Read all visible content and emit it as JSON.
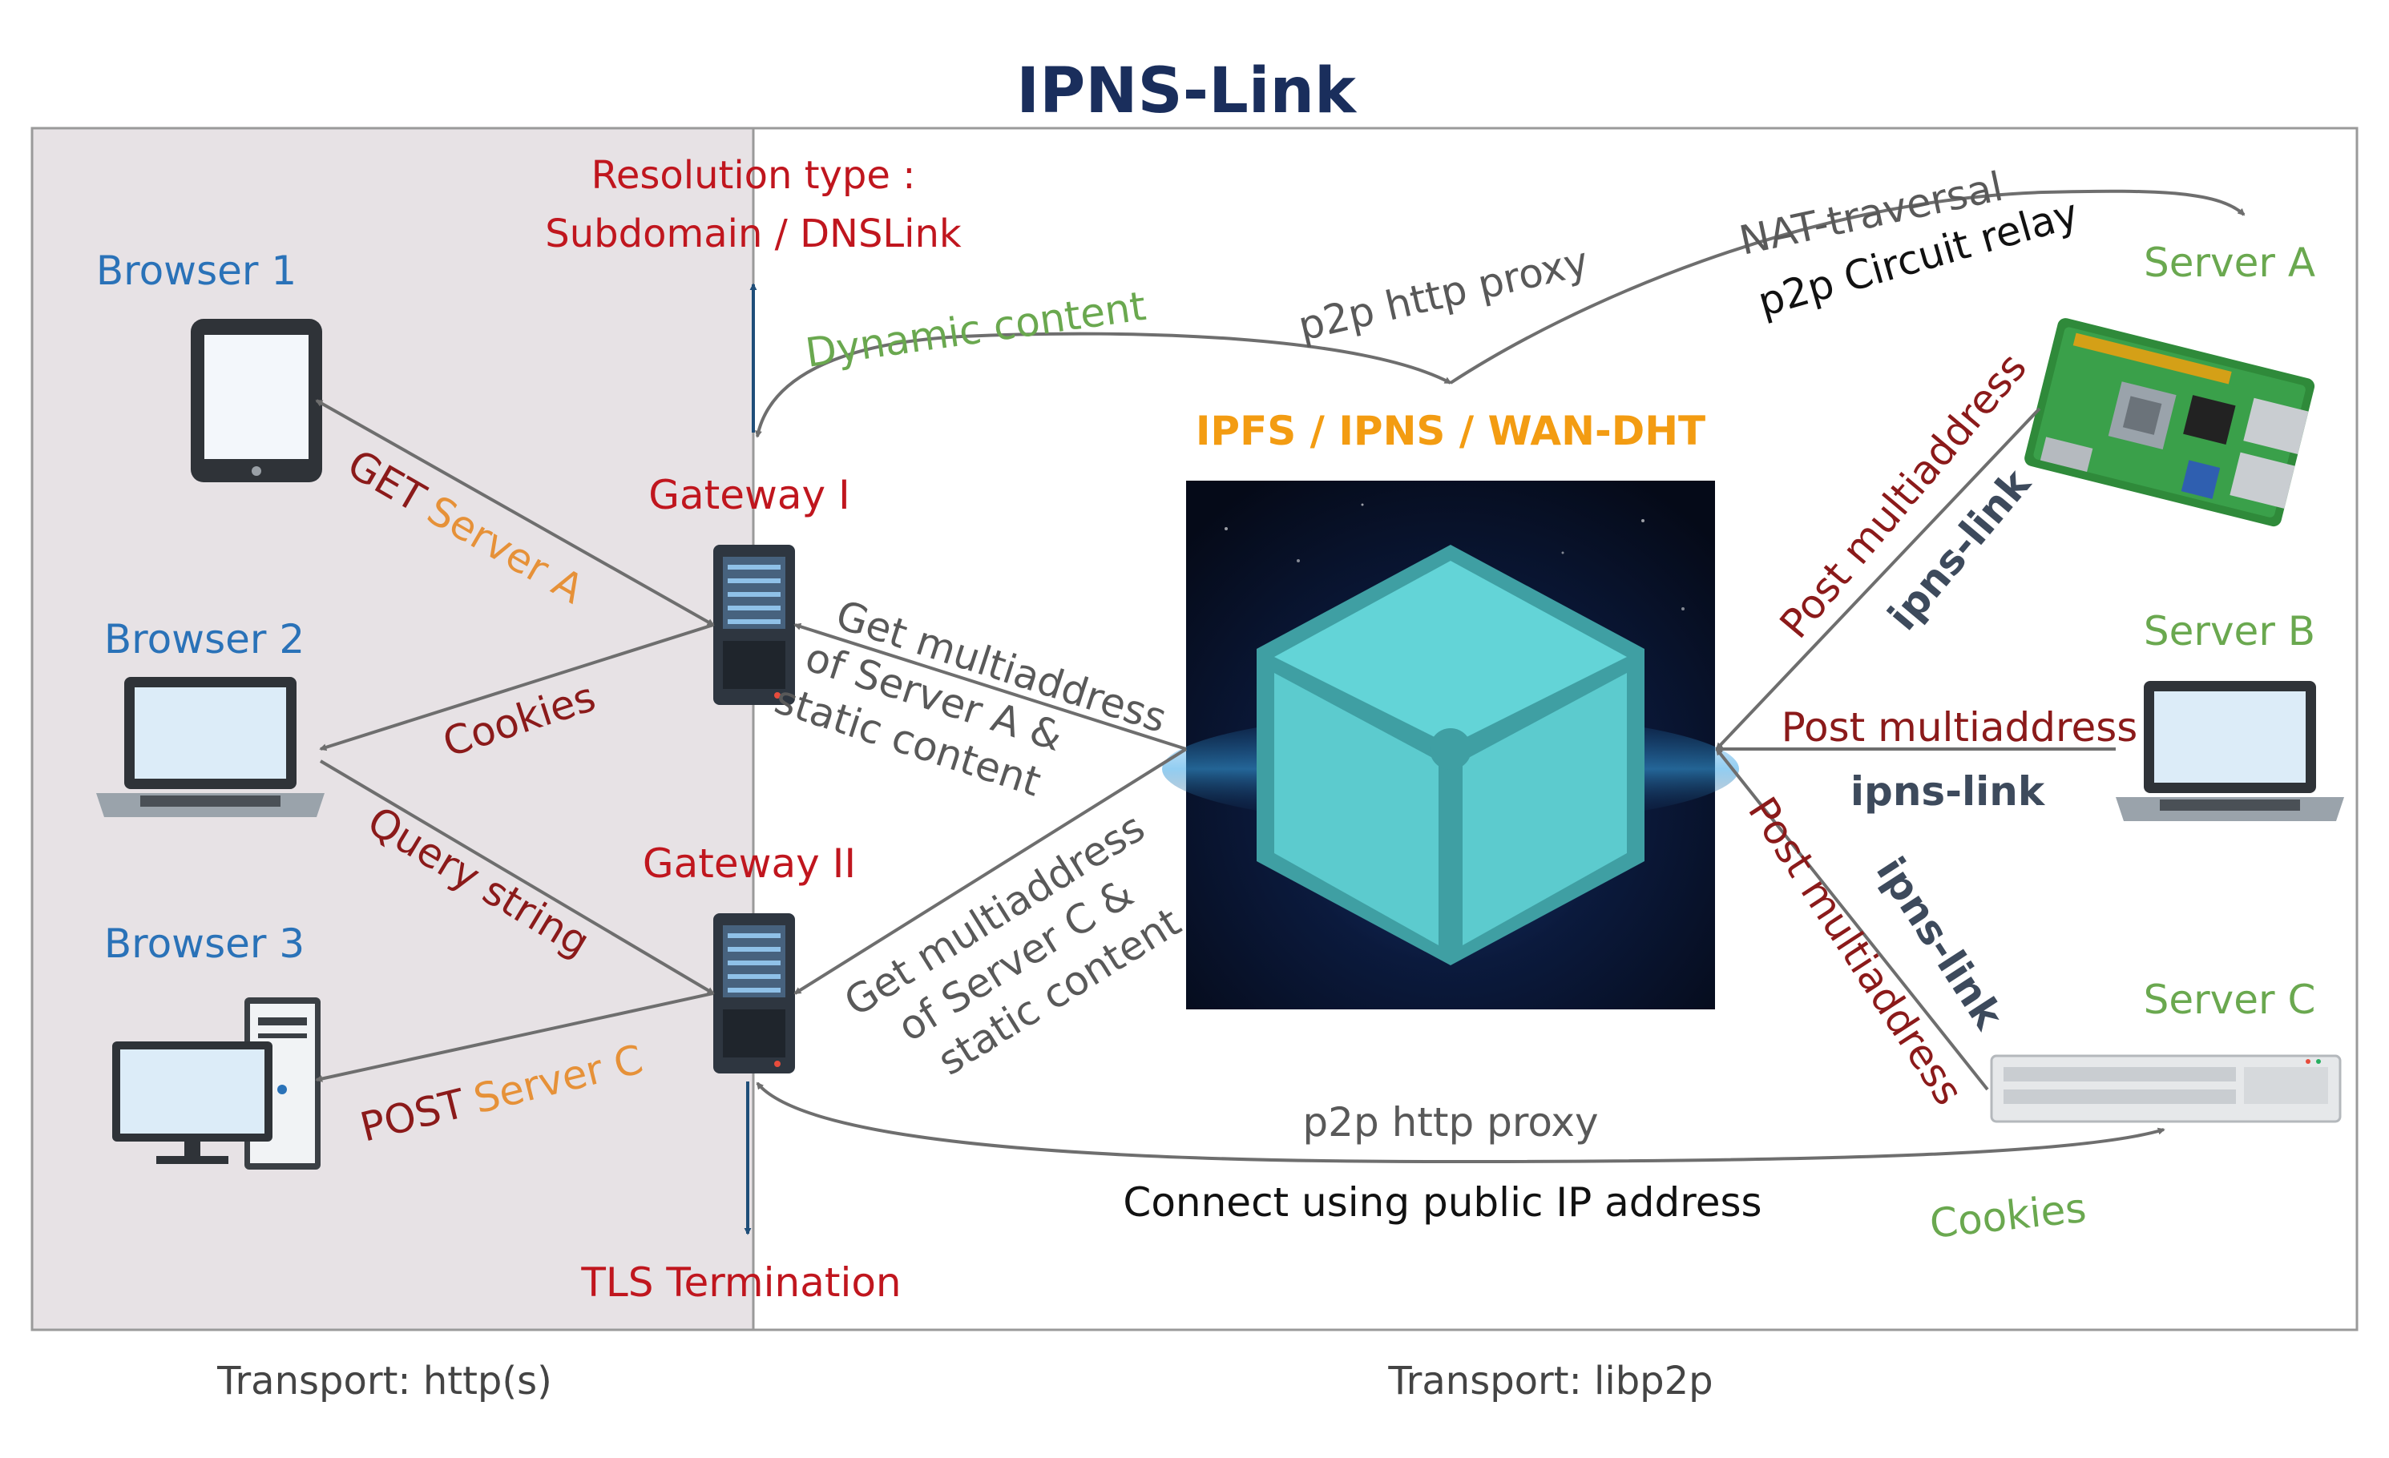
{
  "title": "IPNS-Link",
  "colors": {
    "title": "#1a2e5c",
    "browser": "#2a72b8",
    "gateway": "#c0161e",
    "server": "#6aa84f",
    "dark_red": "#8b1a1a",
    "orange": "#e69138",
    "grey": "#595959",
    "slate": "#3d4a5c",
    "ipfs": "#f39c12",
    "left_bg": "#e7e2e5",
    "cube": "#5fd3d6"
  },
  "regions": {
    "left_transport": "Transport: http(s)",
    "right_transport": "Transport: libp2p"
  },
  "browsers": [
    {
      "label": "Browser 1",
      "icon": "tablet-icon"
    },
    {
      "label": "Browser 2",
      "icon": "laptop-icon"
    },
    {
      "label": "Browser 3",
      "icon": "desktop-computer-icon"
    }
  ],
  "gateways": [
    {
      "label": "Gateway I",
      "icon": "server-rack-icon"
    },
    {
      "label": "Gateway II",
      "icon": "server-rack-icon"
    }
  ],
  "servers": [
    {
      "label": "Server A",
      "icon": "raspberry-pi-board-icon"
    },
    {
      "label": "Server B",
      "icon": "laptop-icon"
    },
    {
      "label": "Server C",
      "icon": "rack-server-icon"
    }
  ],
  "center": {
    "label": "IPFS / IPNS / WAN-DHT",
    "icon": "ipfs-cube-icon"
  },
  "resolution": {
    "line1": "Resolution type :",
    "line2": "Subdomain / DNSLink"
  },
  "tls_termination": "TLS Termination",
  "edges": {
    "get_server_a_get": "GET",
    "get_server_a_target": "Server A",
    "cookies_left": "Cookies",
    "query_string": "Query string",
    "post_server_c_post": "POST",
    "post_server_c_target": "Server C",
    "dynamic_content": "Dynamic content",
    "p2p_http_proxy_top": "p2p http proxy",
    "nat_traversal": "NAT-traversal",
    "circuit_relay": "p2p Circuit relay",
    "get_multi_a": [
      "Get multiaddress",
      "of Server A &",
      "static content"
    ],
    "get_multi_c": [
      "Get multiaddress",
      "of Server C &",
      "static content"
    ],
    "post_multi_a": "Post multiaddress",
    "ipns_link_a": "ipns-link",
    "post_multi_b": "Post multiaddress",
    "ipns_link_b": "ipns-link",
    "post_multi_c": "Post multiaddress",
    "ipns_link_c": "ipns-link",
    "p2p_http_proxy_bottom": "p2p http proxy",
    "connect_public_ip": "Connect using public IP address",
    "cookies_right": "Cookies"
  }
}
